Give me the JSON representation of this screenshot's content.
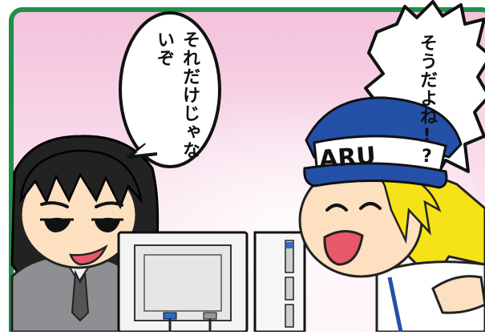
{
  "speech": {
    "left_bubble": "それだけじゃないぞ",
    "right_bubble": "そうだよね!?"
  },
  "cap_text": "ARU",
  "colors": {
    "frame": "#1f8f4a",
    "background_top": "#f4c6de",
    "background_bottom": "#fdf3f8",
    "cap_blue": "#2450a8",
    "hair_yellow": "#f5e218",
    "hair_black": "#222222",
    "suit_gray": "#8d8f93"
  }
}
